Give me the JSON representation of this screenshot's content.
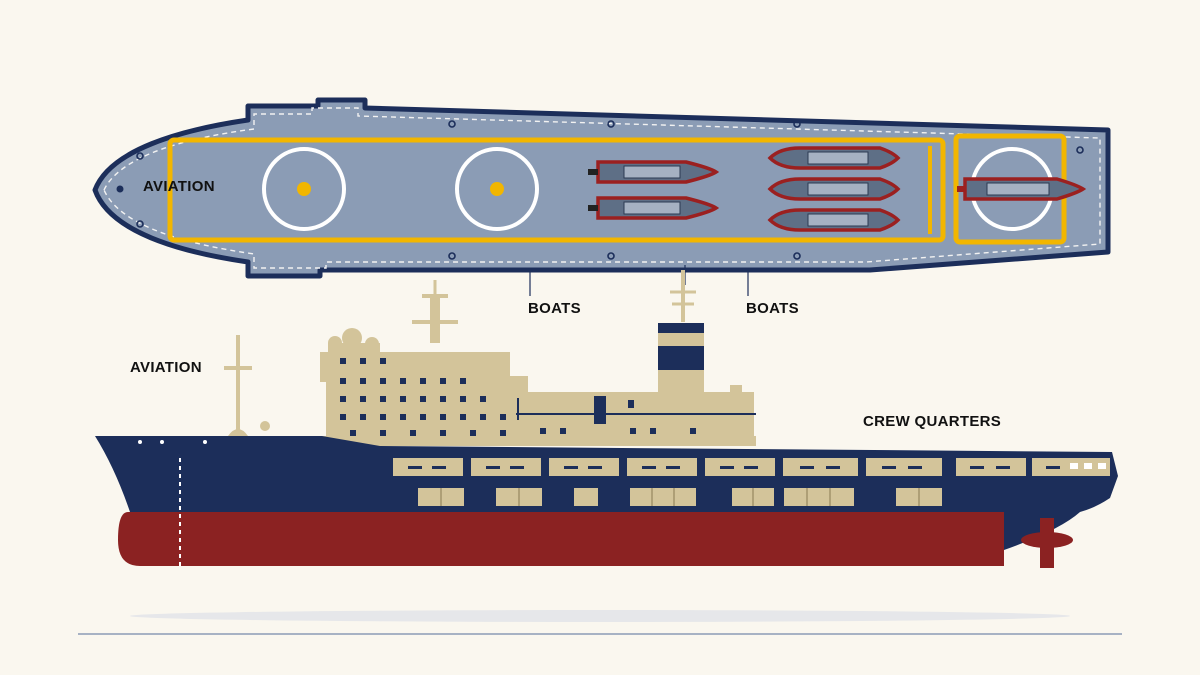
{
  "labels": {
    "aviation_top": "AVIATION",
    "boats_left": "BOATS",
    "boats_right": "BOATS",
    "aviation_side": "AVIATION",
    "crew_quarters": "CREW QUARTERS"
  },
  "colors": {
    "background": "#faf7ef",
    "deck": "#8b9cb5",
    "navy": "#1c2e5a",
    "red_hull": "#8b2222",
    "superstructure": "#d3c49a",
    "helipad_outline": "#f2b600",
    "boat_red": "#9b2020"
  }
}
